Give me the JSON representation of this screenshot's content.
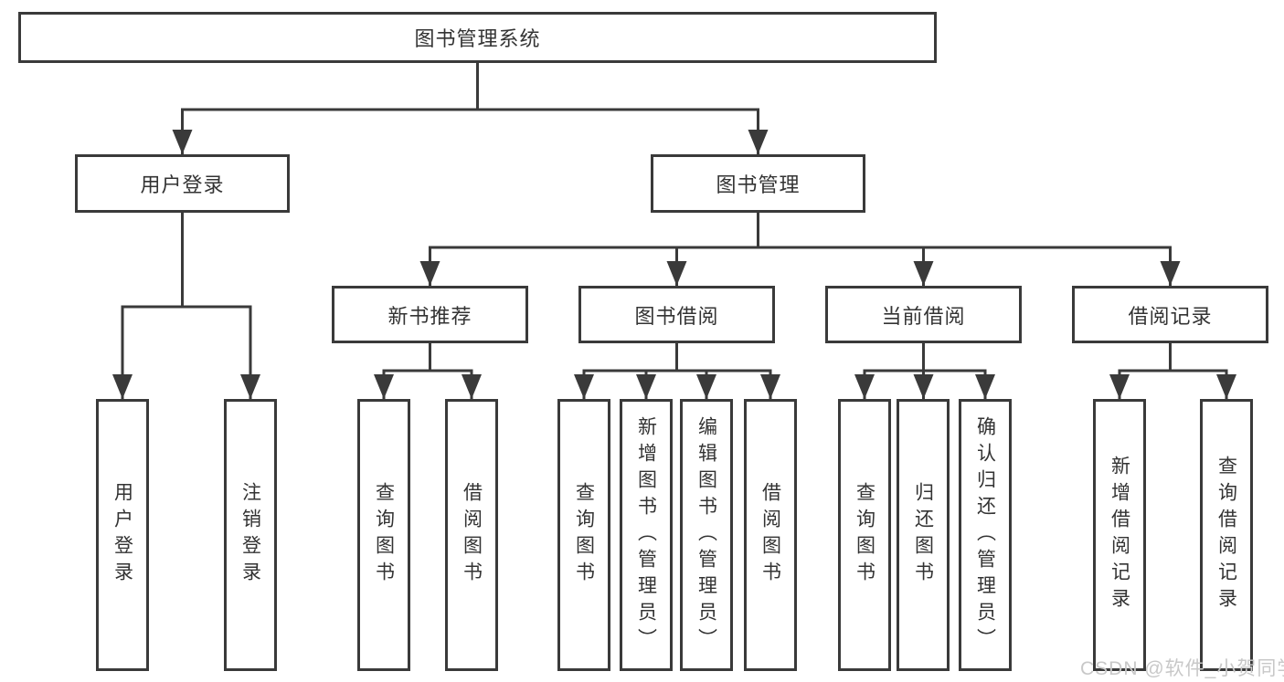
{
  "diagram": {
    "type": "functional-decomposition-tree",
    "colors": {
      "line": "#3a3a3a",
      "box_border": "#3a3a3a",
      "box_fill": "#ffffff",
      "text": "#333333",
      "watermark": "#c8c8c8",
      "background": "#ffffff"
    }
  },
  "tree": {
    "label": "图书管理系统",
    "children": [
      {
        "label": "用户登录",
        "children": [
          {
            "label": "用户登录"
          },
          {
            "label": "注销登录"
          }
        ]
      },
      {
        "label": "图书管理",
        "children": [
          {
            "label": "新书推荐",
            "children": [
              {
                "label": "查询图书"
              },
              {
                "label": "借阅图书"
              }
            ]
          },
          {
            "label": "图书借阅",
            "children": [
              {
                "label": "查询图书"
              },
              {
                "label": "新增图书（管理员）"
              },
              {
                "label": "编辑图书（管理员）"
              },
              {
                "label": "借阅图书"
              }
            ]
          },
          {
            "label": "当前借阅",
            "children": [
              {
                "label": "查询图书"
              },
              {
                "label": "归还图书"
              },
              {
                "label": "确认归还（管理员）"
              }
            ]
          },
          {
            "label": "借阅记录",
            "children": [
              {
                "label": "新增借阅记录"
              },
              {
                "label": "查询借阅记录"
              }
            ]
          }
        ]
      }
    ]
  },
  "watermark": {
    "text": "CSDN @软件_小贺同学"
  }
}
